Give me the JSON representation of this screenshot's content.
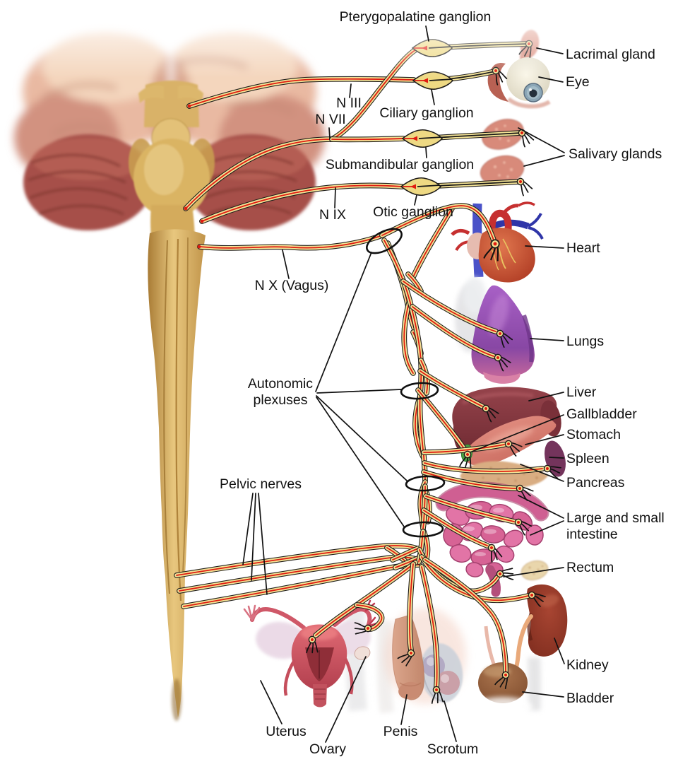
{
  "labels": {
    "pterygopalatine_ganglion": "Pterygopalatine ganglion",
    "lacrimal_gland": "Lacrimal gland",
    "eye": "Eye",
    "n_iii": "N III",
    "n_vii": "N VII",
    "ciliary_ganglion": "Ciliary ganglion",
    "submandibular_ganglion": "Submandibular ganglion",
    "salivary_glands": "Salivary glands",
    "n_ix": "N IX",
    "otic_ganglion": "Otic ganglion",
    "heart": "Heart",
    "n_x_vagus": "N X (Vagus)",
    "lungs": "Lungs",
    "autonomic_plexuses_line1": "Autonomic",
    "autonomic_plexuses_line2": "plexuses",
    "liver": "Liver",
    "gallbladder": "Gallbladder",
    "stomach": "Stomach",
    "spleen": "Spleen",
    "pancreas": "Pancreas",
    "pelvic_nerves": "Pelvic nerves",
    "intestine_line1": "Large and small",
    "intestine_line2": "intestine",
    "rectum": "Rectum",
    "kidney": "Kidney",
    "bladder": "Bladder",
    "uterus": "Uterus",
    "ovary": "Ovary",
    "penis": "Penis",
    "scrotum": "Scrotum"
  },
  "colors": {
    "nerve-yellow": "#f3e295",
    "nerve-red": "#e01b10",
    "nerve-outline": "#201e1c",
    "core-dark": "#161616",
    "ganglion-yellow": "#eed983",
    "label": "#111111",
    "leader": "#111111",
    "brain-pink": "#e9b9a2",
    "cerebellum-red": "#a65048",
    "cord-tan": "#d9ae5e",
    "heart-red": "#c04028",
    "lung-purple": "#9a53b4",
    "liver-maroon": "#7c3038",
    "gallbladder-green": "#49a043",
    "stomach-salmon": "#d87c6c",
    "spleen-purple": "#74345c",
    "pancreas-tan": "#d9ad82",
    "intestine-pink": "#e274a6",
    "kidney-brick": "#93382a",
    "bladder-brown": "#96613e",
    "uterus-red": "#cc5663",
    "skin-tone": "#d9a488",
    "scrotum-gray": "#c9cfd8",
    "salivary-pink": "#d88a7a"
  }
}
